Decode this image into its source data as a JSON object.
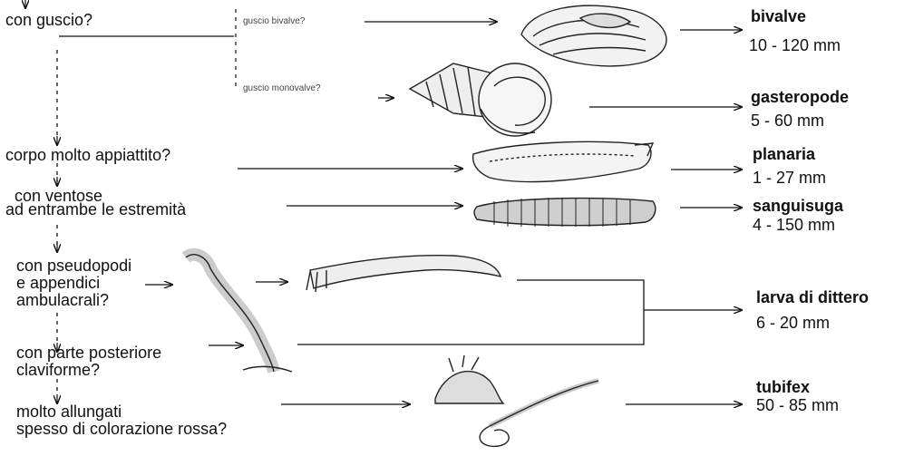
{
  "questions": {
    "q1": "con guscio?",
    "q1_opt_a": "guscio bivalve?",
    "q1_opt_b": "guscio monovalve?",
    "q2": "corpo molto appiattito?",
    "q3_line1": "con ventose",
    "q3_line2": "ad entrambe le estremità",
    "q4_line1": "con pseudopodi",
    "q4_line2": "e appendici",
    "q4_line3": "ambulacrali?",
    "q5_line1": "con parte posteriore",
    "q5_line2": "claviforme?",
    "q6_line1": "molto allungati",
    "q6_line2": "spesso di colorazione rossa?"
  },
  "results": [
    {
      "name": "bivalve",
      "size": "10  - 120 mm"
    },
    {
      "name": "gasteropode",
      "size": "5  - 60 mm"
    },
    {
      "name": "planaria",
      "size": "1 - 27 mm"
    },
    {
      "name": "sanguisuga",
      "size": "4 - 150 mm"
    },
    {
      "name": "larva di dittero",
      "size": "6 - 20 mm"
    },
    {
      "name": "tubifex",
      "size": "50 - 85 mm"
    }
  ]
}
